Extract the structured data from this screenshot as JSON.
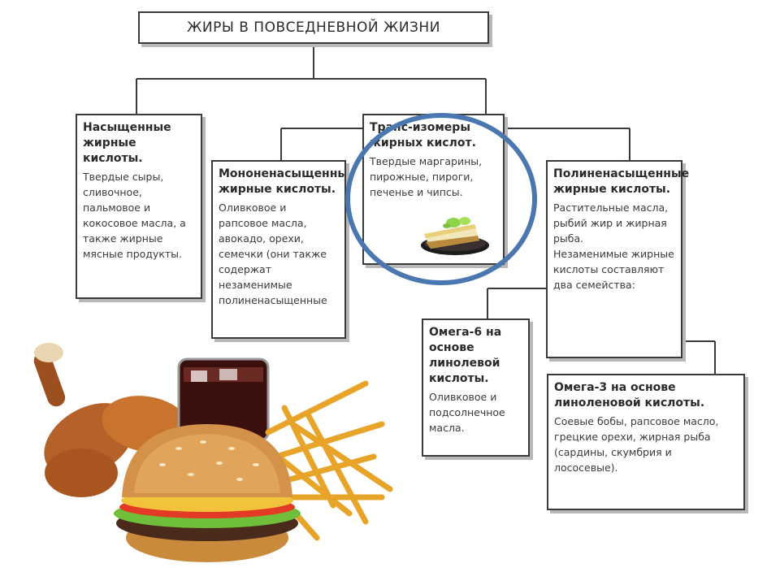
{
  "title": "ЖИРЫ В ПОВСЕДНЕВНОЙ ЖИЗНИ",
  "boxes": {
    "saturated": {
      "heading": "Насыщенные жирные кислоты.",
      "text": "Твердые сыры, сливочное, пальмовое и кокосовое масла, а также жирные мясные продукты."
    },
    "mono": {
      "heading": "Мононенасыщенные жирные кислоты.",
      "text": "Оливковое и рапсовое масла, авокадо, орехи, семечки (они также содержат незаменимые полиненасыщенные"
    },
    "trans": {
      "heading": "Транс-изомеры жирных кислот.",
      "text": "Твердые маргарины, пирожные, пироги, печенье и чипсы."
    },
    "poly": {
      "heading": "Полиненасыщенные жирные кислоты.",
      "text": "Растительные масла, рыбий жир и жирная рыба.",
      "text2": "Незаменимые жирные кислоты составляют два семейства:"
    },
    "omega6": {
      "heading": "Омега-6 на основе линолевой кислоты.",
      "text": "Оливковое и подсолнечное масла."
    },
    "omega3": {
      "heading": "Омега-3 на основе линоленовой кислоты.",
      "text": "Соевые бобы, рапсовое масло, грецкие орехи, жирная рыба (сардины, скумбрия и лососевые)."
    }
  },
  "colors": {
    "highlight_circle": "#4a77b0",
    "border": "#3a3a3a",
    "shadow": "#b8b8b8"
  }
}
